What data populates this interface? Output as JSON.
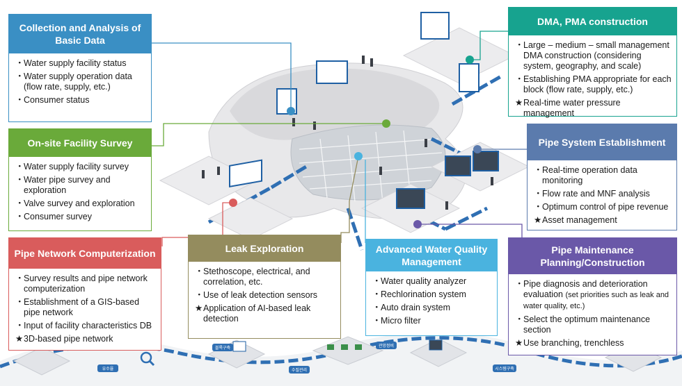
{
  "panels": {
    "collection": {
      "title": "Collection and Analysis of Basic Data",
      "color": "#3a8fc4",
      "items": [
        {
          "bullet": "・",
          "text": "Water supply facility status"
        },
        {
          "bullet": "・",
          "text": "Water supply operation data (flow rate, supply, etc.)"
        },
        {
          "bullet": "・",
          "text": "Consumer status"
        }
      ]
    },
    "onsite": {
      "title": "On-site Facility Survey",
      "color": "#6aaa3a",
      "items": [
        {
          "bullet": "・",
          "text": "Water supply facility survey"
        },
        {
          "bullet": "・",
          "text": "Water pipe survey and exploration"
        },
        {
          "bullet": "・",
          "text": "Valve survey and exploration"
        },
        {
          "bullet": "・",
          "text": "Consumer survey"
        }
      ]
    },
    "network": {
      "title": "Pipe Network Computerization",
      "color": "#d95c5c",
      "items": [
        {
          "bullet": "・",
          "text": "Survey results and pipe network computerization"
        },
        {
          "bullet": "・",
          "text": "Establishment of a GIS-based pipe network"
        },
        {
          "bullet": "・",
          "text": "Input of facility characteristics DB"
        },
        {
          "bullet": "★",
          "text": "3D-based pipe network"
        }
      ]
    },
    "leak": {
      "title": "Leak Exploration",
      "color": "#948c5e",
      "items": [
        {
          "bullet": "・",
          "text": "Stethoscope, electrical, and correlation, etc."
        },
        {
          "bullet": "・",
          "text": "Use of leak detection sensors"
        },
        {
          "bullet": "★",
          "text": "Application of AI-based leak detection"
        }
      ]
    },
    "quality": {
      "title": "Advanced Water Quality Management",
      "color": "#4ab3df",
      "items": [
        {
          "bullet": "・",
          "text": "Water quality analyzer"
        },
        {
          "bullet": "・",
          "text": "Rechlorination system"
        },
        {
          "bullet": "・",
          "text": "Auto drain system"
        },
        {
          "bullet": "・",
          "text": "Micro filter"
        }
      ]
    },
    "dma": {
      "title": "DMA, PMA construction",
      "color": "#17a38f",
      "items": [
        {
          "bullet": "・",
          "text": "Large – medium – small management DMA construction (considering system, geography, and scale)"
        },
        {
          "bullet": "・",
          "text": "Establishing PMA appropriate for each block (flow rate, supply, etc.)"
        },
        {
          "bullet": "★",
          "text": "Real-time water pressure management"
        }
      ]
    },
    "pipesystem": {
      "title": "Pipe System Establishment",
      "color": "#5b7bad",
      "items": [
        {
          "bullet": "・",
          "text": "Real-time operation data monitoring"
        },
        {
          "bullet": "・",
          "text": "Flow rate and MNF analysis"
        },
        {
          "bullet": "・",
          "text": "Optimum control of pipe revenue"
        },
        {
          "bullet": "★",
          "text": "Asset management"
        }
      ]
    },
    "maintenance": {
      "title": "Pipe Maintenance Planning/Construction",
      "color": "#6a58a8",
      "items": [
        {
          "bullet": "・",
          "text": "Pipe diagnosis and deterioration evaluation",
          "note": "(set priorities such as leak and water quality, etc.)"
        },
        {
          "bullet": "・",
          "text": "Select the optimum maintenance section"
        },
        {
          "bullet": "★",
          "text": "Use branching, trenchless"
        }
      ]
    }
  },
  "scene": {
    "signs": [
      "유수율",
      "블록구축",
      "수질관리",
      "관망정비",
      "시스템구축"
    ]
  }
}
